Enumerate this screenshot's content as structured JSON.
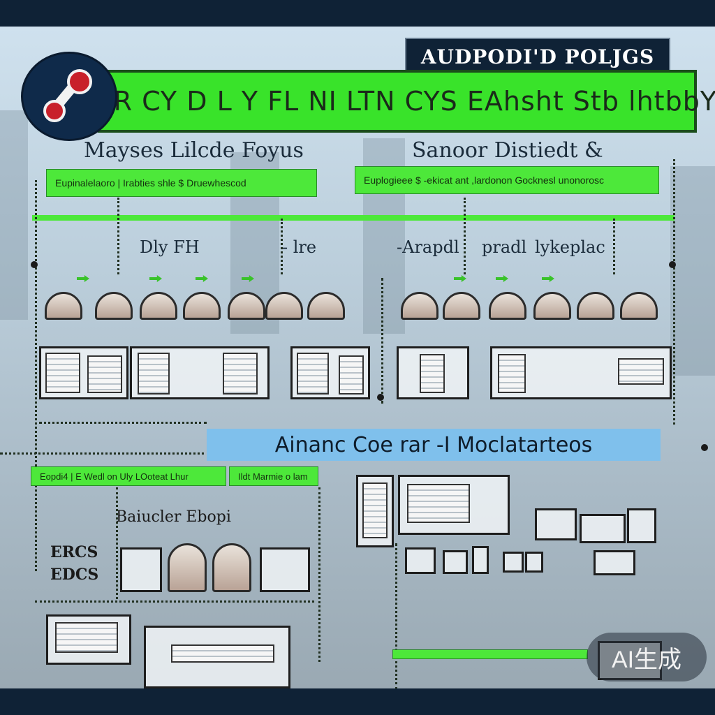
{
  "title": "AUDPODI'D POLJGS",
  "banner": "TRR CY D L Y FL NI LTN CYS EAhsht Stb lhtbbY",
  "headings": {
    "left": "Mayses Lilcde Foyus",
    "right": "Sanoor Distiedt &"
  },
  "green_bars": {
    "left": "Eupinalelaoro  |  Irabties shle  $  Druewhescod",
    "right": "Euplogieee $  -ekicat ant ,lardonon Gocknesl unonorosc"
  },
  "node_labels": [
    "Dly FH",
    "- lre",
    "-Arapdl",
    "pradl",
    "lykeplac"
  ],
  "band": "Ainanc Coe rar -I Moclatarteos",
  "lower_bars": {
    "left": "Eopdi4  |  E Wedl on Uly LOoteat Lhur",
    "right": "Ildt Marmie o lam"
  },
  "lower_label": "Baiucler Ebopi",
  "side_labels": [
    "ERCS",
    "EDCS"
  ],
  "badge": "AI生成",
  "colors": {
    "green": "#39e32a",
    "navy": "#0f2236",
    "blue_band": "#7fc0ec"
  }
}
